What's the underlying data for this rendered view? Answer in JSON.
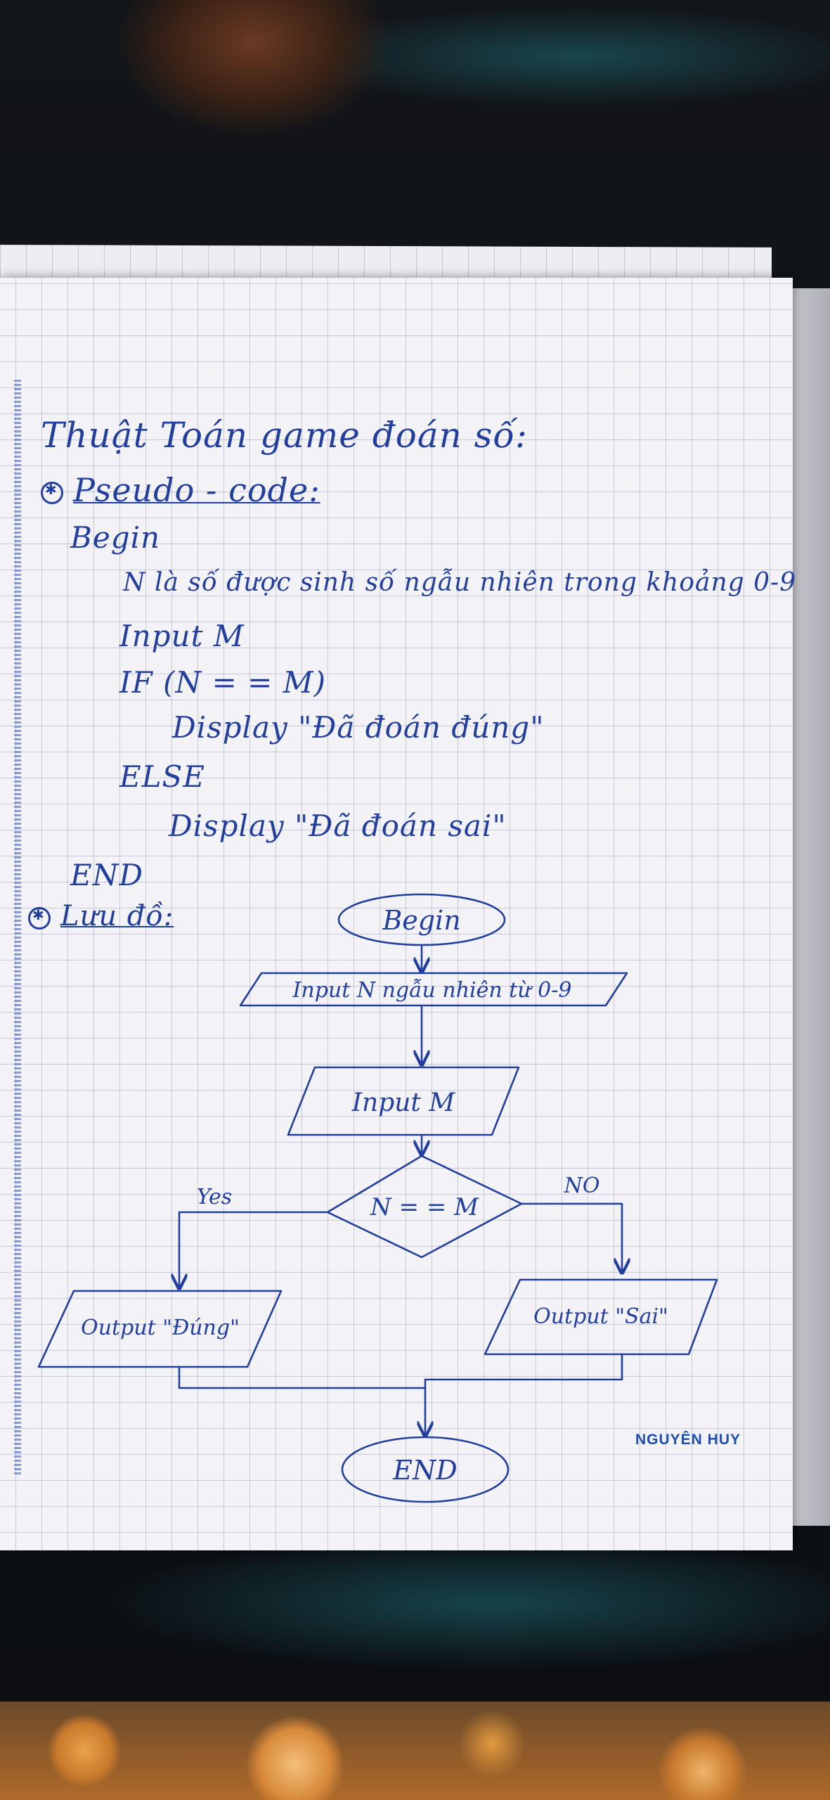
{
  "title": "Thuật Toán game đoán số:",
  "pseudocode": {
    "heading": "Pseudo - code:",
    "lines": {
      "begin": "Begin",
      "n_def": "N là số được sinh số ngẫu nhiên trong khoảng 0-9",
      "input": "Input M",
      "if": "IF (N = = M)",
      "display_correct": "Display \"Đã đoán đúng\"",
      "else": "ELSE",
      "display_wrong": "Display \"Đã đoán sai\"",
      "end": "END"
    }
  },
  "flowchart": {
    "heading": "Lưu đồ:",
    "begin": "Begin",
    "input_n": "Input N ngẫu nhiên từ 0-9",
    "input_m": "Input M",
    "decision": "N = = M",
    "yes_label": "Yes",
    "no_label": "NO",
    "output_yes": "Output \"Đúng\"",
    "output_no": "Output \"Sai\"",
    "end": "END"
  },
  "stamp": "NGUYÊN HUY",
  "colors": {
    "ink": "#233f9e",
    "stamp": "#1e4fb0",
    "paper": "#f3f3f7",
    "grid": "#8a8fb0"
  }
}
